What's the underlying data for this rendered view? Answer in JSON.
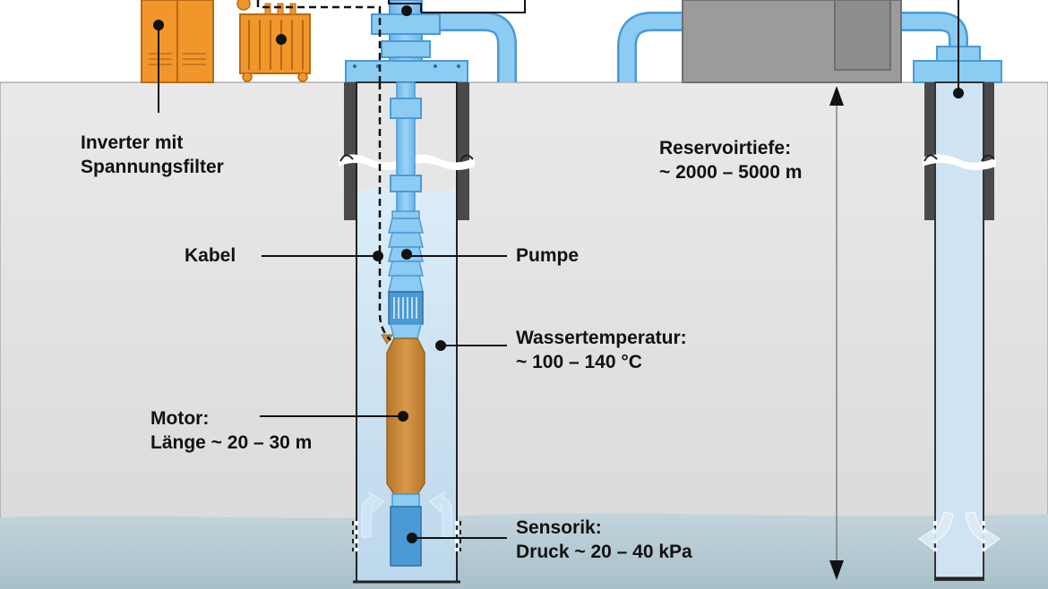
{
  "labels": {
    "inverter": {
      "line1": "Inverter mit",
      "line2": "Spannungsfilter"
    },
    "cable": "Kabel",
    "pump": "Pumpe",
    "reservoir_depth": {
      "line1": "Reservoirtiefe:",
      "line2": "~ 2000 – 5000 m"
    },
    "water_temperature": {
      "line1": "Wassertemperatur:",
      "line2": "~ 100 – 140 °C"
    },
    "motor": {
      "line1": "Motor:",
      "line2": "Länge ~ 20 – 30 m"
    },
    "sensors": {
      "line1": "Sensorik:",
      "line2": "Druck ~ 20 – 40 kPa"
    }
  },
  "colors": {
    "ground": "#e6e6e6",
    "reservoir": "#b7cdd5",
    "water": "#cfe4f3",
    "pipe": "#7cc1ee",
    "pipe_dark": "#4a9ad6",
    "motor": "#c98a3a",
    "equipment": "#f1962b",
    "building": "#9b9b9b"
  }
}
